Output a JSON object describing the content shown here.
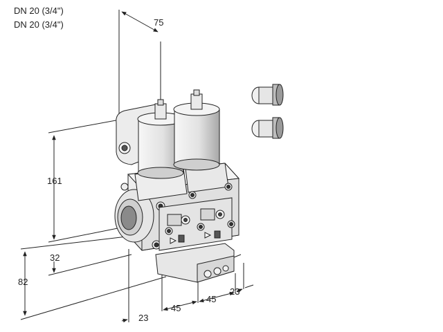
{
  "title": {
    "line1": "DN 20 (3/4\")",
    "line2": "DN 20 (3/4\")"
  },
  "dimensions": {
    "top_width": "75",
    "height_total": "161",
    "height_lower": "32",
    "height_left": "82",
    "bottom_offset": "23",
    "spacing_1": "45",
    "spacing_2": "45",
    "right_offset": "23"
  },
  "colors": {
    "line": "#222222",
    "body_light": "#eeeeee",
    "body_mid": "#cfcfcf",
    "body_dark": "#8a8a8a"
  }
}
